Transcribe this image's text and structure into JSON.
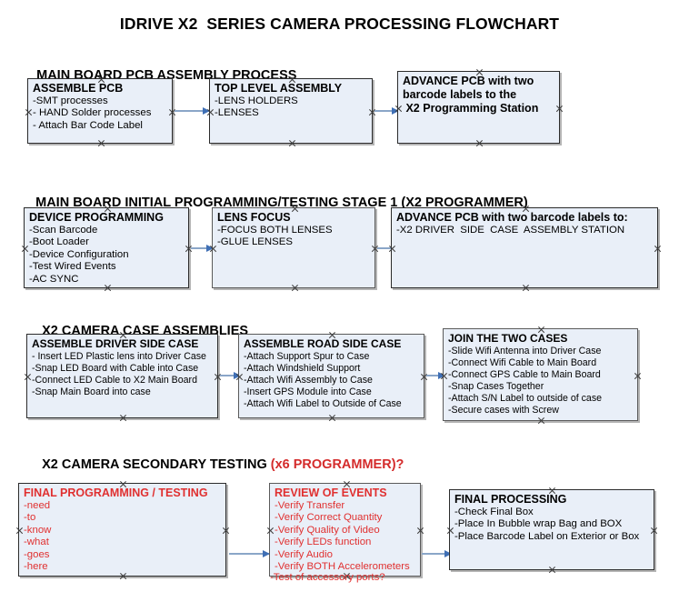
{
  "document": {
    "title": "IDRIVE X2  SERIES CAMERA PROCESSING FLOWCHART"
  },
  "sections": [
    {
      "id": "main-board-pcb-assembly-process",
      "title": "MAIN BOARD PCB ASSEMBLY PROCESS",
      "accent": "",
      "nodes": [
        {
          "id": "assemble-pcb",
          "title": "ASSEMBLE PCB",
          "lines": [
            "-SMT processes",
            "- HAND Solder processes",
            "- Attach Bar Code Label"
          ]
        },
        {
          "id": "top-level-assembly",
          "title": "TOP LEVEL ASSEMBLY",
          "lines": [
            "-LENS HOLDERS",
            "-LENSES"
          ]
        },
        {
          "id": "advance-pcb-to-x2-programming-station",
          "title": "ADVANCE PCB with two",
          "lines": [
            "barcode labels to the",
            " X2 Programming Station"
          ]
        }
      ]
    },
    {
      "id": "main-board-initial-programming-testing-stage-1",
      "title": "MAIN BOARD INITIAL PROGRAMMING/TESTING STAGE 1 (X2 PROGRAMMER)",
      "accent": "",
      "nodes": [
        {
          "id": "device-programming",
          "title": "DEVICE PROGRAMMING",
          "lines": [
            "-Scan Barcode",
            "-Boot Loader",
            "-Device Configuration",
            "-Test Wired Events",
            "-AC SYNC"
          ]
        },
        {
          "id": "lens-focus",
          "title": "LENS FOCUS",
          "lines": [
            "-FOCUS BOTH LENSES",
            "-GLUE LENSES"
          ]
        },
        {
          "id": "advance-pcb-to-driver-side-case-assembly",
          "title": "ADVANCE PCB with two barcode labels to:",
          "lines": [
            "-X2 DRIVER  SIDE  CASE  ASSEMBLY STATION"
          ]
        }
      ]
    },
    {
      "id": "x2-camera-case-assemblies",
      "title": "X2 CAMERA CASE ASSEMBLIES",
      "accent": "",
      "nodes": [
        {
          "id": "assemble-driver-side-case",
          "title": "ASSEMBLE DRIVER SIDE CASE",
          "lines": [
            "- Insert LED Plastic lens into Driver Case",
            "-Snap LED Board with Cable into Case",
            "-Connect LED Cable to X2 Main Board",
            "-Snap Main Board into case"
          ]
        },
        {
          "id": "assemble-road-side-case",
          "title": "ASSEMBLE ROAD SIDE CASE",
          "lines": [
            "-Attach Support Spur to Case",
            "-Attach Windshield Support",
            "-Attach Wifi Assembly to Case",
            "-Insert GPS Module into Case",
            "-Attach Wifi Label to Outside of Case"
          ]
        },
        {
          "id": "join-the-two-cases",
          "title": "JOIN THE TWO CASES",
          "lines": [
            "-Slide Wifi Antenna into Driver Case",
            "-Connect Wifi Cable to Main Board",
            "-Connect GPS Cable to Main Board",
            "-Snap Cases Together",
            "-Attach S/N Label to outside of case",
            "-Secure cases with Screw"
          ]
        }
      ]
    },
    {
      "id": "x2-camera-secondary-testing",
      "title": "X2 CAMERA SECONDARY TESTING ",
      "accent": "(x6 PROGRAMMER)?",
      "nodes": [
        {
          "id": "final-programming-testing",
          "title": "FINAL PROGRAMMING / TESTING",
          "lines": [
            "-need",
            "-to",
            "-know",
            "-what",
            "-goes",
            "-here"
          ]
        },
        {
          "id": "review-of-events",
          "title": "REVIEW OF EVENTS",
          "lines": [
            "-Verify Transfer",
            "-Verify Correct Quantity",
            "-Verify Quality of Video",
            "-Verify LEDs function",
            "-Verify Audio",
            "-Verify BOTH Accelerometers"
          ],
          "overflow_line": "-Test of accessory ports?"
        },
        {
          "id": "final-processing",
          "title": "FINAL PROCESSING",
          "lines": [
            "-Check Final Box",
            "-Place In Bubble wrap Bag and BOX",
            "-Place Barcode Label on Exterior or Box"
          ]
        }
      ]
    }
  ],
  "colors": {
    "node_fill": "#e9eff8",
    "node_border": "#2b2b2b",
    "arrow_line": "#8aa6c8",
    "arrow_head": "#3f6fb5",
    "accent_red": "#d42b2b",
    "text": "#000000"
  }
}
